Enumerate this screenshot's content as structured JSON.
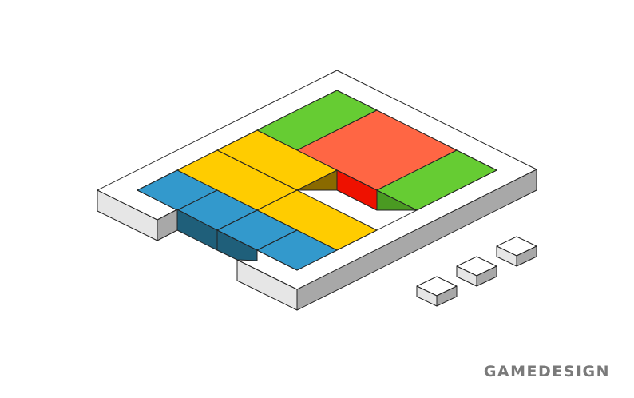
{
  "brand": {
    "text": "GAMEDESIGN"
  },
  "colors": {
    "frame_top": "#ffffff",
    "frame_left": "#e6e6e6",
    "frame_right": "#a8a8a8",
    "blue": "#3399cc",
    "blue_side": "#1f5f7a",
    "yellow": "#ffcc00",
    "yellow_side": "#8a6a00",
    "green": "#66cc33",
    "green_side": "#4a9a22",
    "red": "#ff6644",
    "red_side": "#ee1100",
    "outline": "#222222"
  },
  "board": {
    "pieces": [
      {
        "name": "green-piece-top",
        "color": "green"
      },
      {
        "name": "red-piece",
        "color": "red"
      },
      {
        "name": "green-piece-right",
        "color": "green"
      },
      {
        "name": "yellow-piece-top",
        "color": "yellow"
      },
      {
        "name": "yellow-piece-middle",
        "color": "yellow"
      },
      {
        "name": "yellow-piece-bottom",
        "color": "yellow"
      },
      {
        "name": "blue-piece-1",
        "color": "blue"
      },
      {
        "name": "blue-piece-2",
        "color": "blue"
      },
      {
        "name": "blue-piece-3",
        "color": "blue"
      },
      {
        "name": "blue-piece-4",
        "color": "blue"
      }
    ],
    "empty_slots": 1
  },
  "tray": {
    "small_blocks": 3
  }
}
